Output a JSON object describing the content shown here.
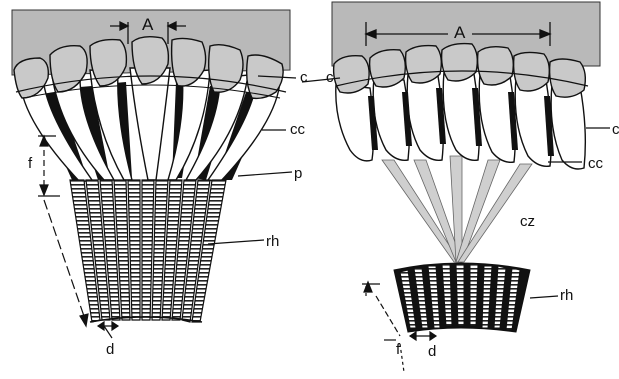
{
  "figure": {
    "left_panel": {
      "labels": {
        "spacing": "A",
        "cylinder": "c",
        "cone_cell": "cc",
        "pigment": "p",
        "rhabdom": "rh",
        "facet_length": "f",
        "diameter": "d"
      }
    },
    "right_panel": {
      "labels": {
        "spacing": "A",
        "cylinder": "c",
        "cone_cell_edge": "c",
        "cone_cell": "cc",
        "clear_zone": "cz",
        "rhabdom": "rh",
        "facet_length": "f",
        "diameter": "d"
      }
    }
  },
  "colors": {
    "background_block": "#b9b9b9",
    "lens_fill": "#c9c9c9",
    "pigment": "#111111",
    "light_ray": "#bdbdbd",
    "line": "#111111"
  }
}
